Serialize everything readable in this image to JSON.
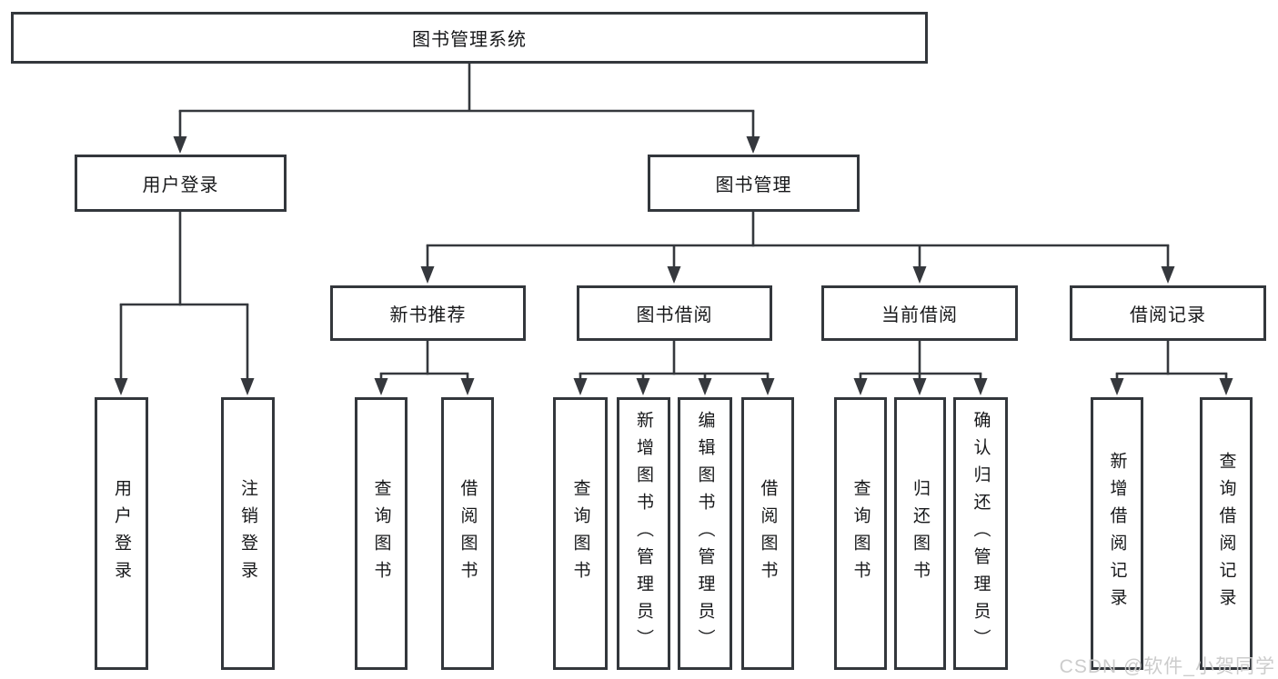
{
  "colors": {
    "background": "#ffffff",
    "line": "#35383d",
    "box_border": "#33373c",
    "text": "#17181a",
    "watermark": "#cacaca"
  },
  "diagram": {
    "root": {
      "label": "图书管理系统"
    },
    "modules": [
      {
        "label": "用户登录",
        "features": [
          {
            "label": "用户登录"
          },
          {
            "label": "注销登录"
          }
        ]
      },
      {
        "label": "图书管理",
        "submodules": [
          {
            "label": "新书推荐",
            "features": [
              {
                "label": "查询图书"
              },
              {
                "label": "借阅图书"
              }
            ]
          },
          {
            "label": "图书借阅",
            "features": [
              {
                "label": "查询图书"
              },
              {
                "label": "新增图书（管理员）"
              },
              {
                "label": "编辑图书（管理员）"
              },
              {
                "label": "借阅图书"
              }
            ]
          },
          {
            "label": "当前借阅",
            "features": [
              {
                "label": "查询图书"
              },
              {
                "label": "归还图书"
              },
              {
                "label": "确认归还（管理员）"
              }
            ]
          },
          {
            "label": "借阅记录",
            "features": [
              {
                "label": "新增借阅记录"
              },
              {
                "label": "查询借阅记录"
              }
            ]
          }
        ]
      }
    ]
  },
  "watermark": {
    "text": "CSDN @软件_小贺同学"
  }
}
